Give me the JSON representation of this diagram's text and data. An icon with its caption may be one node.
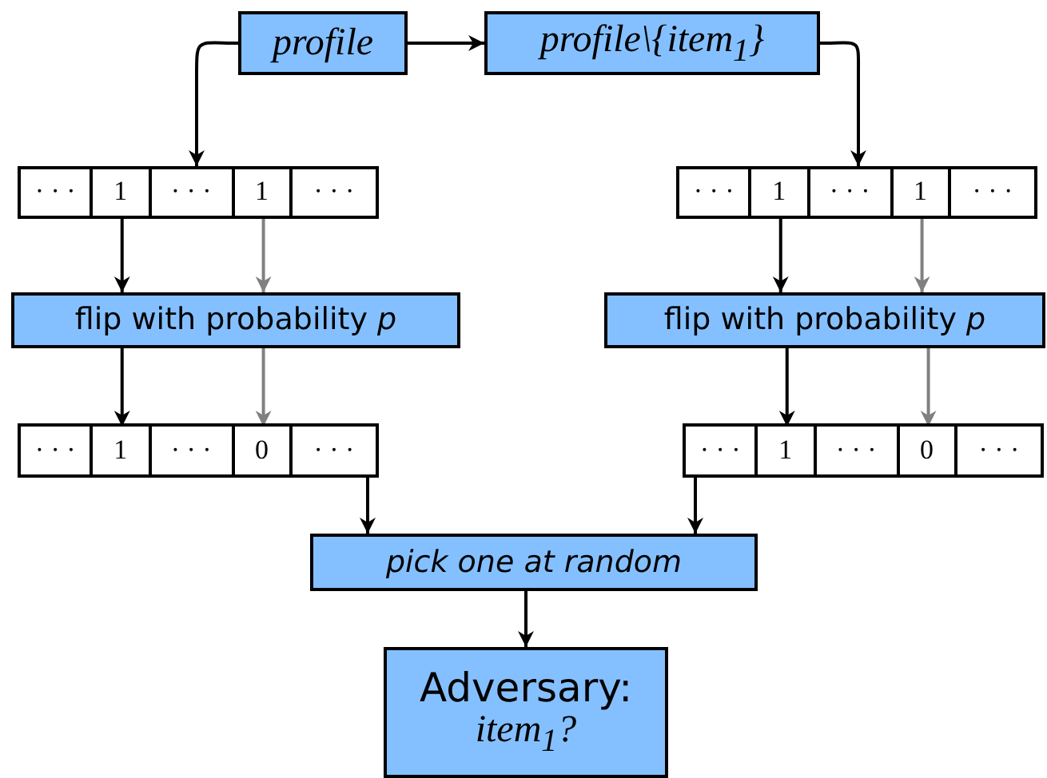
{
  "diagram": {
    "nodes": [
      {
        "text": [
          "profile"
        ]
      },
      {
        "text": [
          "profile\\{item$_{1}$}"
        ]
      },
      {
        "text": [],
        "shape": "bar"
      },
      {
        "text": [
          "· · ·"
        ],
        "in": 2
      },
      {
        "text": [
          "1"
        ],
        "in": 2
      },
      {
        "text": [
          "· · ·"
        ],
        "in": 2
      },
      {
        "text": [
          "1"
        ],
        "in": 2
      },
      {
        "text": [
          "· · ·"
        ],
        "in": 2
      },
      {
        "text": [],
        "shape": "bar"
      },
      {
        "text": [
          "· · ·"
        ],
        "in": 8
      },
      {
        "text": [
          "1"
        ],
        "in": 8
      },
      {
        "text": [
          "· · ·"
        ],
        "in": 8
      },
      {
        "text": [
          "1"
        ],
        "in": 8
      },
      {
        "text": [
          "· · ·"
        ],
        "in": 8
      },
      {
        "text": [
          "flip with probability *p*"
        ]
      },
      {
        "text": [
          "flip with probability *p*"
        ]
      },
      {
        "text": [],
        "shape": "bar"
      },
      {
        "text": [
          "· · ·"
        ],
        "in": 16
      },
      {
        "text": [
          "1"
        ],
        "in": 16
      },
      {
        "text": [
          "· · ·"
        ],
        "in": 16
      },
      {
        "text": [
          "0"
        ],
        "in": 16
      },
      {
        "text": [
          "· · ·"
        ],
        "in": 16
      },
      {
        "text": [],
        "shape": "bar"
      },
      {
        "text": [
          "· · ·"
        ],
        "in": 22
      },
      {
        "text": [
          "1"
        ],
        "in": 22
      },
      {
        "text": [
          "· · ·"
        ],
        "in": 22
      },
      {
        "text": [
          "0"
        ],
        "in": 22
      },
      {
        "text": [
          "· · ·"
        ],
        "in": 22
      },
      {
        "text": [
          "pick one at random"
        ]
      },
      {
        "text": [
          "Adversary:",
          "*item*$_{1}$?"
        ]
      }
    ],
    "edges": [
      {
        "from": 0,
        "to": 1,
        "arrow": "to"
      },
      {
        "from": 0,
        "to": 2,
        "arrow": "to"
      },
      {
        "from": 1,
        "to": 8,
        "arrow": "to"
      },
      {
        "from": 4,
        "to": 14,
        "arrow": "to"
      },
      {
        "from": 6,
        "to": 14,
        "arrow": "to",
        "color": "#808080"
      },
      {
        "from": 10,
        "to": 15,
        "arrow": "to"
      },
      {
        "from": 12,
        "to": 15,
        "arrow": "to",
        "color": "#808080"
      },
      {
        "from": 14,
        "to": 18,
        "arrow": "to"
      },
      {
        "from": 14,
        "to": 20,
        "arrow": "to",
        "color": "#808080"
      },
      {
        "from": 15,
        "to": 24,
        "arrow": "to"
      },
      {
        "from": 15,
        "to": 26,
        "arrow": "to",
        "color": "#808080"
      },
      {
        "from": 16,
        "to": 28,
        "arrow": "to"
      },
      {
        "from": 22,
        "to": 28,
        "arrow": "to"
      },
      {
        "from": 28,
        "to": 29,
        "arrow": "to"
      }
    ]
  }
}
